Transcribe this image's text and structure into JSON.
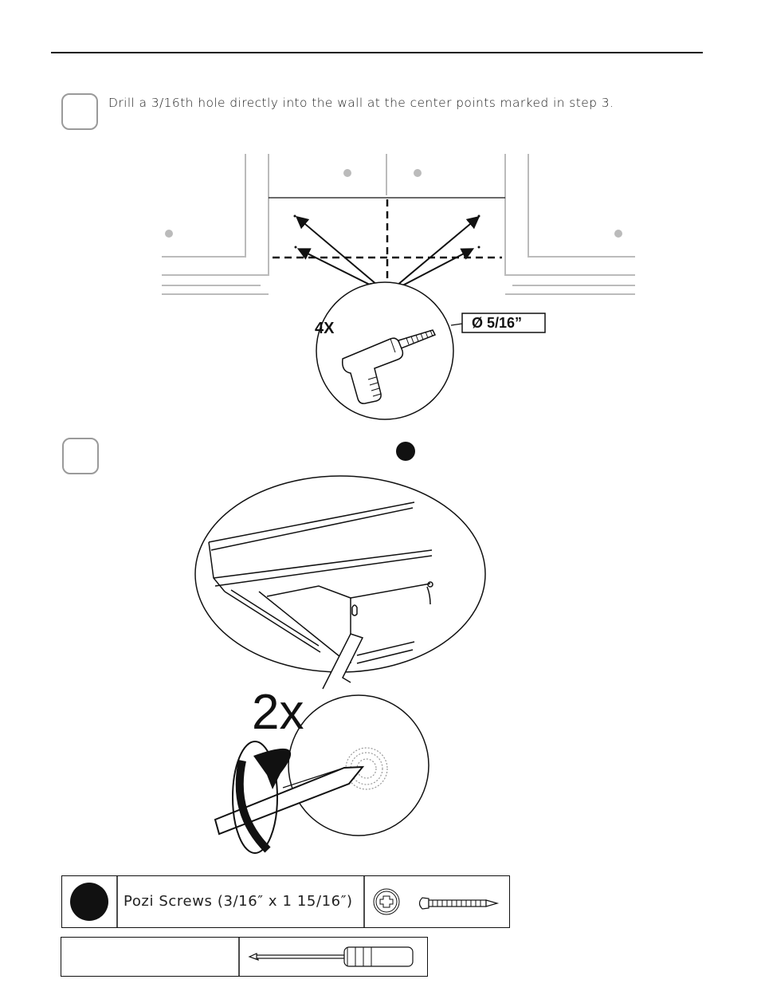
{
  "steps": [
    {
      "instruction": "Drill a 3/16th hole directly into the wall at the center points marked in step 3.",
      "quantity": "4X",
      "drill_size": "Ø 5/16”"
    },
    {
      "quantity": "2x"
    }
  ],
  "parts": {
    "screw_label": "Pozi Screws (3/16″ x 1 15/16″)"
  },
  "icons": [
    "drill-icon",
    "screwdriver-icon",
    "screw-icon",
    "pozi-head-icon"
  ]
}
